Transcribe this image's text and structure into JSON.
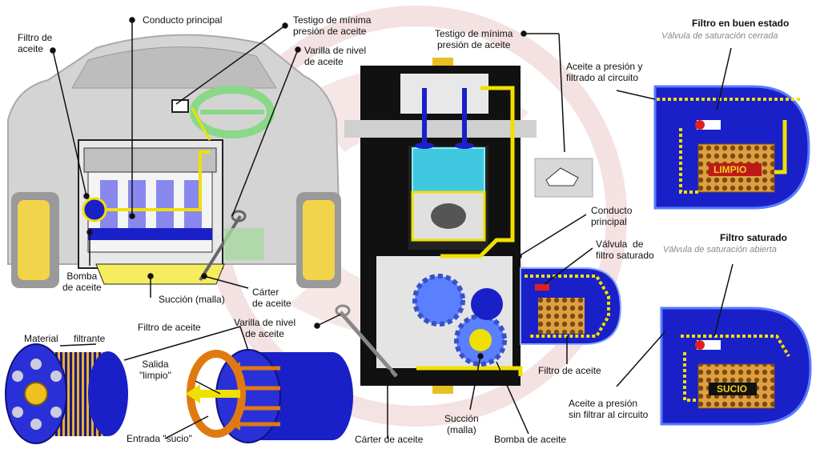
{
  "labels": {
    "filtro_aceite_left": "Filtro de\naceite",
    "conducto_principal_top": "Conducto principal",
    "testigo_top": "Testigo de mínima\npresión de aceite",
    "varilla_top": "Varilla de nivel\nde aceite",
    "bomba_left": "Bomba\nde aceite",
    "succion_left": "Succión (malla)",
    "carter_left": "Cárter\nde aceite",
    "material": "Material",
    "filtrante": "filtrante",
    "filtro_aceite_bottom": "Filtro de aceite",
    "salida": "Salida\n\"limpio\"",
    "entrada": "Entrada \"sucio\"",
    "varilla_mid": "Varilla de nivel\nde aceite",
    "testigo_mid": "Testigo de mínima\npresión de aceite",
    "conducto_mid": "Conducto\nprincipal",
    "valvula_mid": "Válvula  de\nfiltro saturado",
    "filtro_aceite_mid": "Filtro de aceite",
    "carter_mid": "Cárter de aceite",
    "succion_mid": "Succión\n(malla)",
    "bomba_mid": "Bomba de aceite",
    "buen_title": "Filtro en buen estado",
    "buen_sub": "Válvula de saturación cerrada",
    "aceite_presion_filtrado": "Aceite a presión y\nfiltrado al circuito",
    "limpio": "LIMPIO",
    "saturado_title": "Filtro saturado",
    "saturado_sub": "Válvula de saturación abierta",
    "aceite_sin_filtrar": "Aceite a presión\nsin filtrar al circuito",
    "sucio": "SUCIO"
  },
  "colors": {
    "oil_yellow": "#f0e000",
    "filter_blue": "#1a20c8",
    "piston_cyan": "#40c8e0",
    "filter_orange": "#e07a10",
    "valve_red": "#e02020",
    "engine_black": "#111111"
  }
}
